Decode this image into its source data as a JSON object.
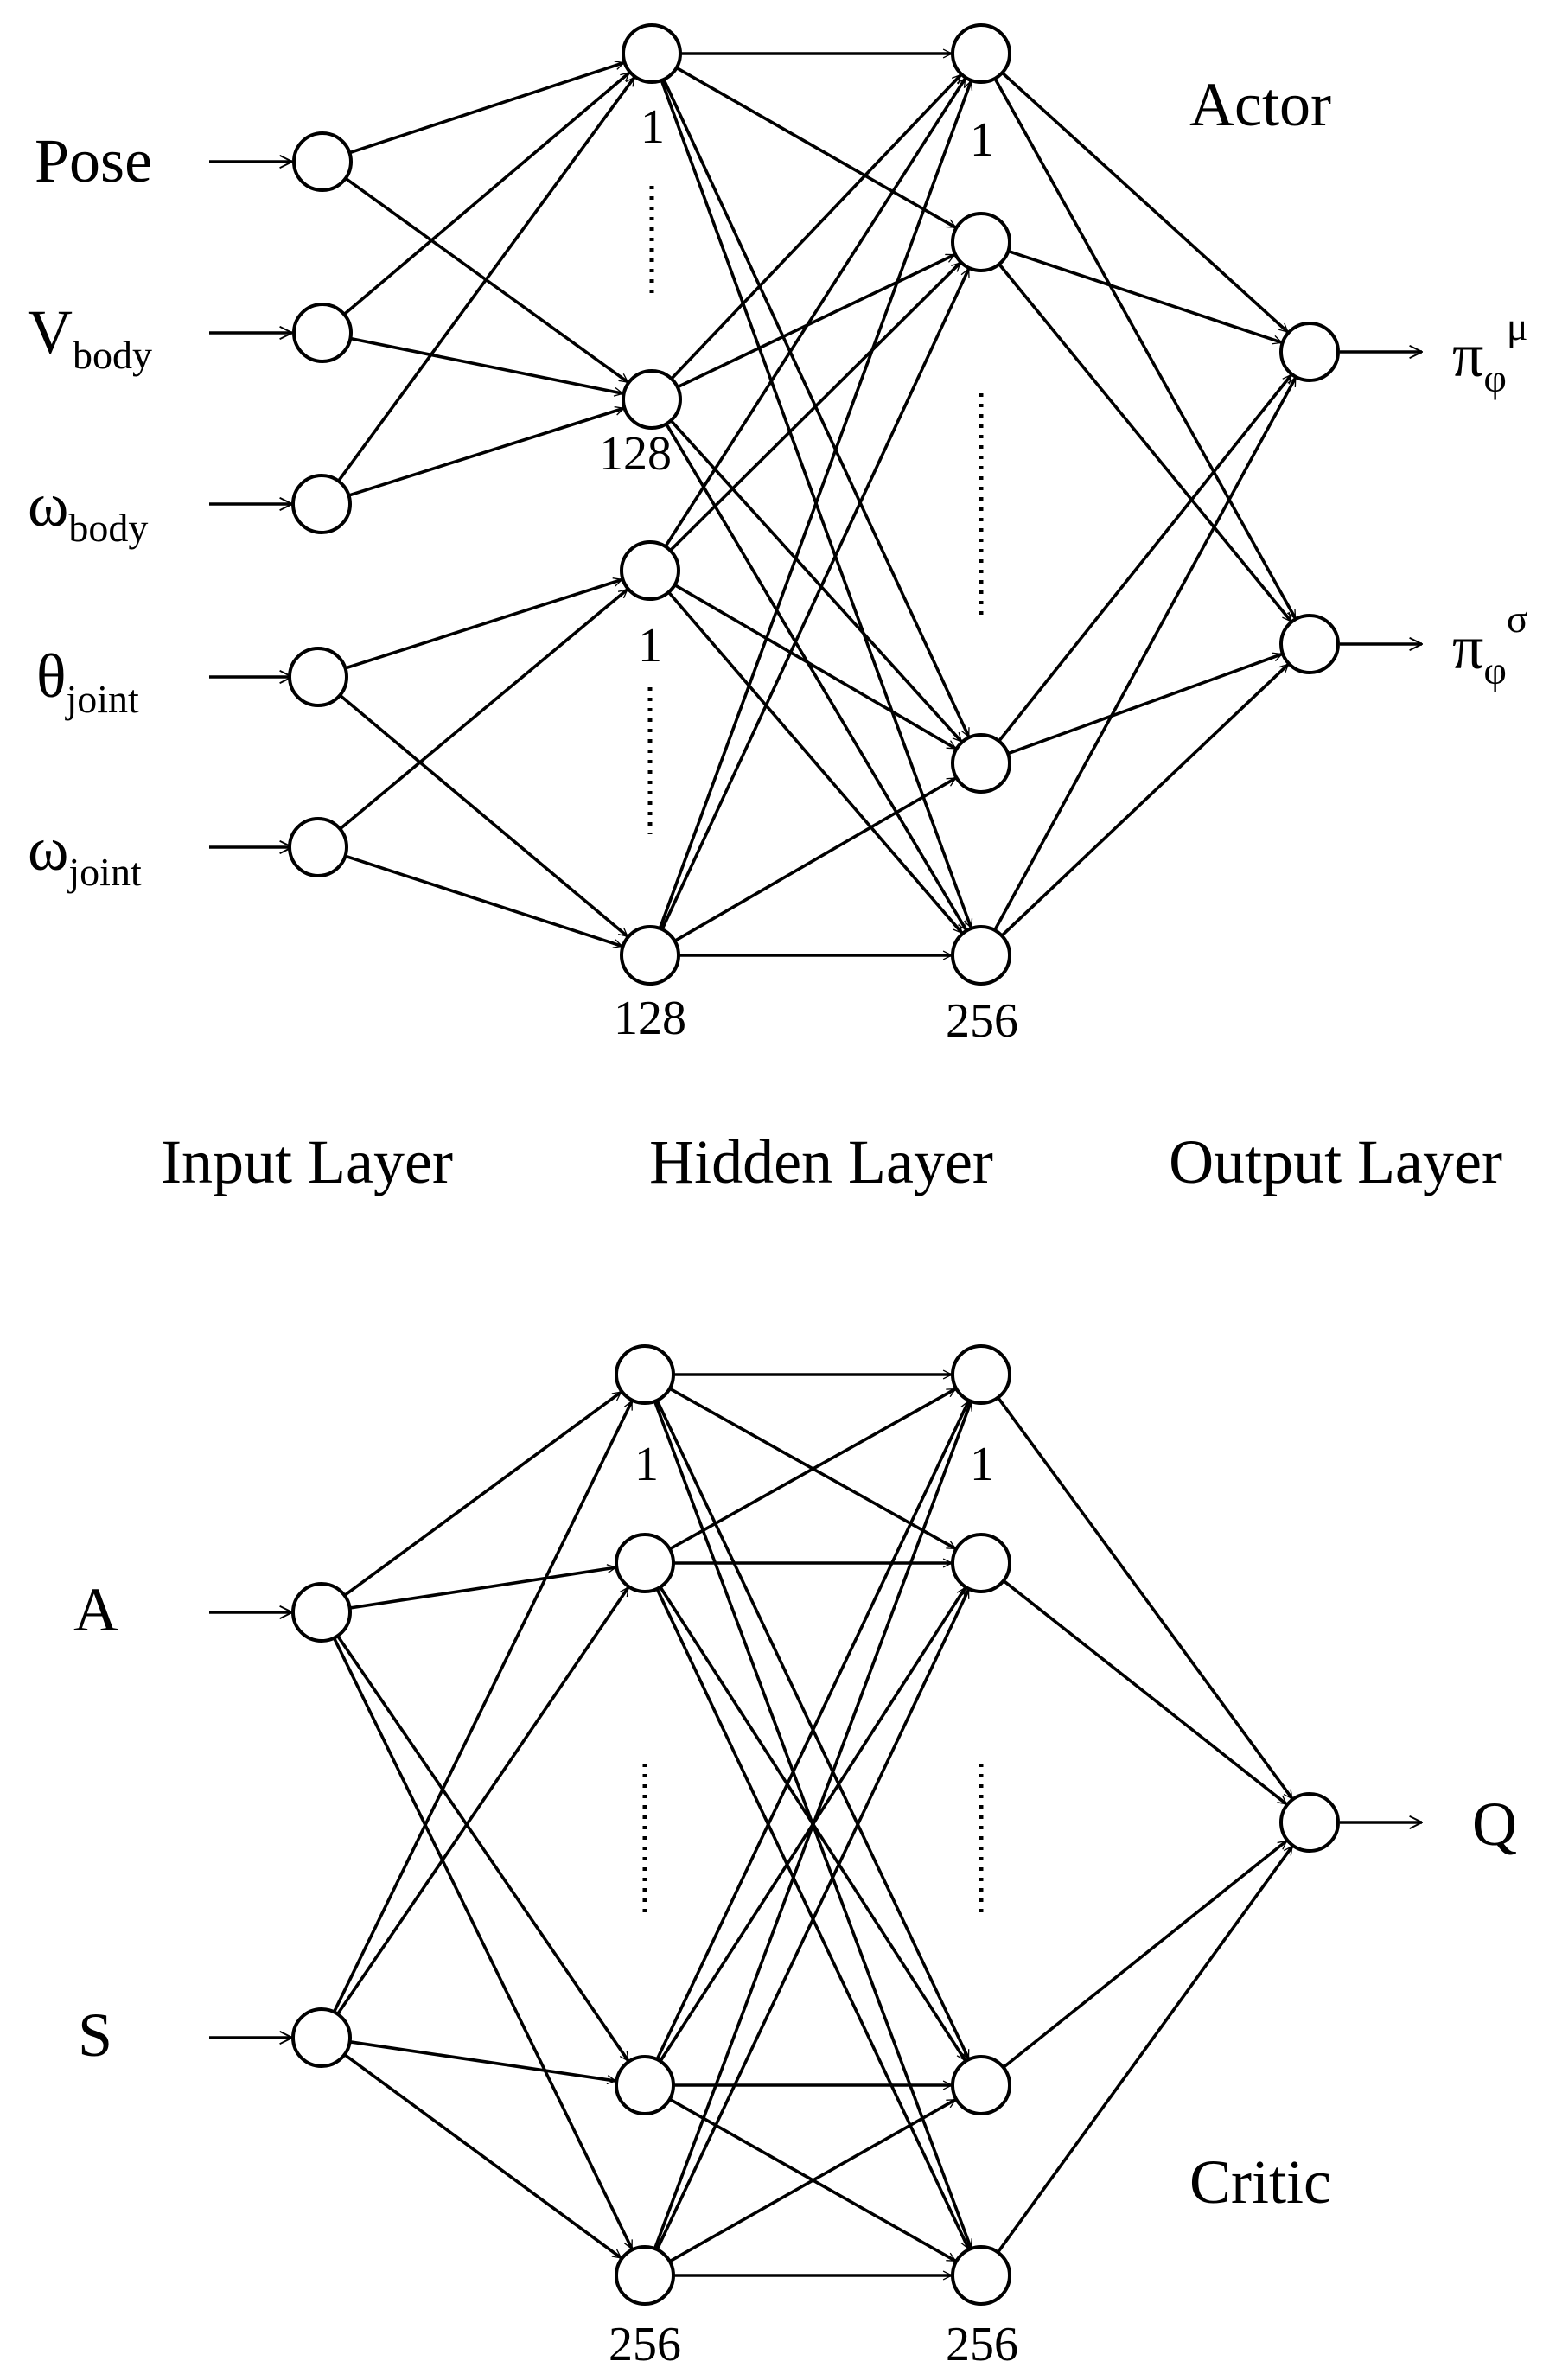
{
  "actor": {
    "title": "Actor",
    "inputs": [
      {
        "main": "Pose",
        "sub": ""
      },
      {
        "main": "V",
        "sub": "body"
      },
      {
        "main": "ω",
        "sub": "body"
      },
      {
        "main": "θ",
        "sub": "joint"
      },
      {
        "main": "ω",
        "sub": "joint"
      }
    ],
    "hidden1_labels": [
      "1",
      "128",
      "1",
      "128"
    ],
    "hidden2_labels": [
      "1",
      "256"
    ],
    "outputs": [
      {
        "main": "π",
        "sub": "φ",
        "sup": "μ"
      },
      {
        "main": "π",
        "sub": "φ",
        "sup": "σ"
      }
    ]
  },
  "layer_titles": {
    "input": "Input Layer",
    "hidden": "Hidden Layer",
    "output": "Output Layer"
  },
  "critic": {
    "title": "Critic",
    "inputs": [
      {
        "main": "A"
      },
      {
        "main": "S"
      }
    ],
    "hidden1_labels": [
      "1",
      "256"
    ],
    "hidden2_labels": [
      "1",
      "256"
    ],
    "output": {
      "main": "Q"
    }
  }
}
